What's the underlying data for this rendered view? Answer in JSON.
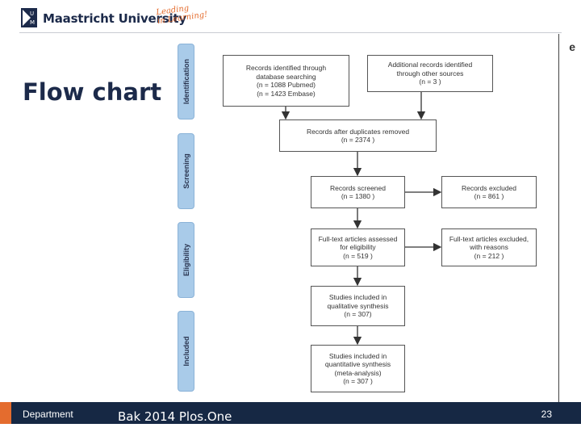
{
  "header": {
    "university": "Maastricht University",
    "tagline_line1": "Leading",
    "tagline_line2": "in Learning!"
  },
  "slide": {
    "title": "Flow chart",
    "figure_edge_letter": "e"
  },
  "stages": [
    "Identification",
    "Screening",
    "Eligibility",
    "Included"
  ],
  "boxes": {
    "db_search": "Records identified through\ndatabase searching\n(n = 1088 Pubmed)\n(n = 1423 Embase)",
    "other_sources": "Additional records identified\nthrough other sources\n(n = 3 )",
    "deduplicated": "Records after duplicates removed\n(n = 2374 )",
    "screened": "Records screened\n(n = 1380 )",
    "excluded": "Records excluded\n(n = 861 )",
    "fulltext": "Full-text articles assessed\nfor eligibility\n(n = 519 )",
    "fulltext_excluded": "Full-text articles excluded,\nwith reasons\n(n = 212 )",
    "qualitative": "Studies included in\nqualitative synthesis\n(n = 307)",
    "quantitative": "Studies included in\nquantitative synthesis\n(meta-analysis)\n(n = 307 )"
  },
  "footer": {
    "department": "Department",
    "citation": "Bak 2014 Plos.One",
    "page_number": "23"
  }
}
